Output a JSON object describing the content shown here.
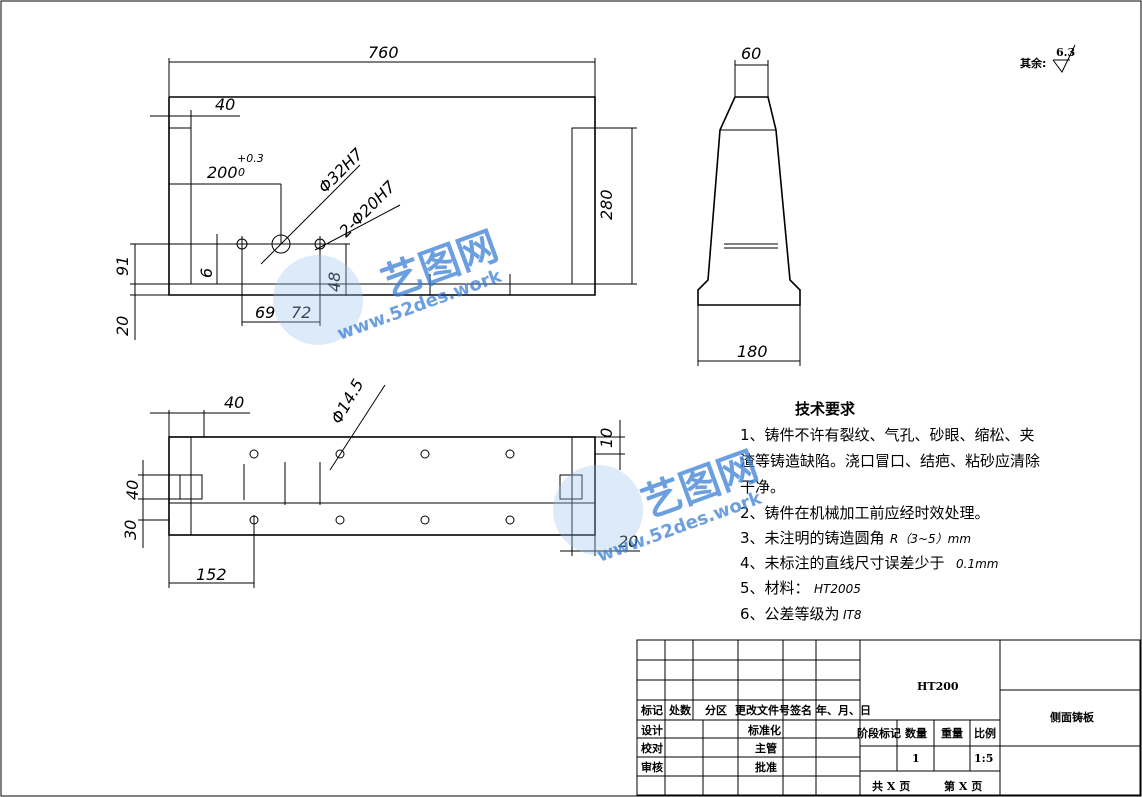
{
  "dims": {
    "top_length": "760",
    "top_left_offset": "40",
    "top_height": "280",
    "hole_pos": "200",
    "hole_tol": "+0.3",
    "hole_tol_low": "0",
    "big_hole": "Φ32H7",
    "small_holes": "2-Φ20H7",
    "h91": "91",
    "h6": "6",
    "h48": "48",
    "h20": "20",
    "d69": "69",
    "d72": "72",
    "side_top": "60",
    "side_bottom": "180",
    "bot_40": "40",
    "bot_hole": "Φ14.5",
    "bot_10": "10",
    "bot_v40": "40",
    "bot_30": "30",
    "bot_152": "152",
    "bot_20": "20"
  },
  "surface": {
    "label": "其余:",
    "value": "6.3"
  },
  "notes": {
    "title": "技术要求",
    "n1a": "1、铸件不许有裂纹、气孔、砂眼、缩松、夹",
    "n1b": "渣等铸造缺陷。浇口冒口、结疤、粘砂应清除",
    "n1c": "干净。",
    "n2": "2、铸件在机械加工前应经时效处理。",
    "n3": "3、未注明的铸造圆角",
    "n3i": "R（3~5）mm",
    "n4": "4、未标注的直线尺寸误差少于",
    "n4i": "0.1mm",
    "n5": "5、材料：",
    "n5i": "HT2005",
    "n6": "6、公差等级为",
    "n6i": "IT8"
  },
  "titleblock": {
    "material": "HT200",
    "part_name": "侧面铸板",
    "h_mark": "标记",
    "h_count": "处数",
    "h_zone": "分区",
    "h_docno": "更改文件号",
    "h_sign": "签名",
    "h_date": "年、月、日",
    "design": "设计",
    "standard": "标准化",
    "check": "校对",
    "manage": "主管",
    "review": "审核",
    "approve": "批准",
    "stage": "阶段标记",
    "qty": "数量",
    "weight": "重量",
    "scale": "比例",
    "qty_val": "1",
    "scale_val": "1:5",
    "total": "共  X  页",
    "page": "第  X  页"
  },
  "watermark": {
    "cn": "艺图网",
    "url": "www.52des.work"
  }
}
